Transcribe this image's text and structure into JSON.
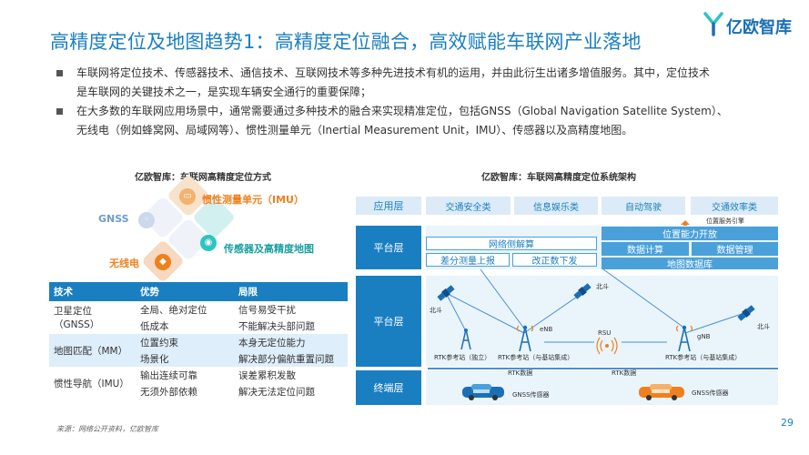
{
  "header": {
    "title": "高精度定位及地图趋势1：高精度定位融合，高效赋能车联网产业落地",
    "logo_text": "亿欧智库"
  },
  "bullets": [
    {
      "line1": "车联网将定位技术、传感器技术、通信技术、互联网技术等多种先进技术有机的运用，并由此衍生出诸多增值服务。其中，定位技术",
      "line2": "是车联网的关键技术之一，是实现车辆安全通行的重要保障；"
    },
    {
      "line1": "在大多数的车联网应用场景中，通常需要通过多种技术的融合来实现精准定位，包括GNSS（Global Navigation Satellite System）、",
      "line2": "无线电（例如蜂窝网、局域网等）、惯性测量单元（Inertial Measurement Unit，IMU）、传感器以及高精度地图。"
    }
  ],
  "left_section": {
    "title": "亿欧智库：车联网高精度定位方式",
    "methods": {
      "gnss": "GNSS",
      "imu": "惯性测量单元（IMU）",
      "sensor": "传感器及高精度地图",
      "radio": "无线电"
    },
    "table": {
      "headers": [
        "技术",
        "优势",
        "局限"
      ],
      "groups": [
        {
          "tech": "卫星定位（GNSS）",
          "rows": [
            [
              "全局、绝对定位",
              "信号易受干扰"
            ],
            [
              "低成本",
              "不能解决头部问题"
            ]
          ]
        },
        {
          "tech": "地图匹配（MM）",
          "rows": [
            [
              "位置约束",
              "本身无定位能力"
            ],
            [
              "场景化",
              "解决部分偏航重置问题"
            ]
          ]
        },
        {
          "tech": "惯性导航（IMU）",
          "rows": [
            [
              "输出连续可靠",
              "误差累积发散"
            ],
            [
              "无须外部依赖",
              "解决无法定位问题"
            ]
          ]
        }
      ]
    }
  },
  "right_section": {
    "title": "亿欧智库：车联网高精度定位系统架构",
    "layers": {
      "app": "应用层",
      "platform1": "平台层",
      "platform2": "平台层",
      "terminal": "终端层"
    },
    "app_items": [
      "交通安全类",
      "信息娱乐类",
      "自动驾驶",
      "交通效率类"
    ],
    "location_service_engine": "位置服务引擎",
    "network": {
      "title": "网络侧解算",
      "diff": "差分测量上报",
      "correction": "改正数下发"
    },
    "capability": {
      "title": "位置能力开放",
      "compute": "数据计算",
      "manage": "数据管理",
      "map": "地图数据库"
    },
    "labels": {
      "beidou1": "北斗",
      "beidou2": "北斗",
      "beidou3": "北斗",
      "rtk_independent": "RTK参考站（独立）",
      "rtk_base1": "RTK参考站（与基站集成）",
      "rtk_base2": "RTK参考站（与基站集成）",
      "enb": "eNB",
      "gnb": "gNB",
      "rsu": "RSU",
      "rtk_data1": "RTK数据",
      "rtk_data2": "RTK数据",
      "gnss_sensor1": "GNSS传感器",
      "gnss_sensor2": "GNSS传感器"
    }
  },
  "footer": {
    "source": "来源：网络公开资料，亿欧智库",
    "page": "29"
  },
  "colors": {
    "primary": "#1a7fc1",
    "orange": "#f0801e",
    "teal": "#2ec4c0",
    "light_blue": "#dcebf7"
  }
}
